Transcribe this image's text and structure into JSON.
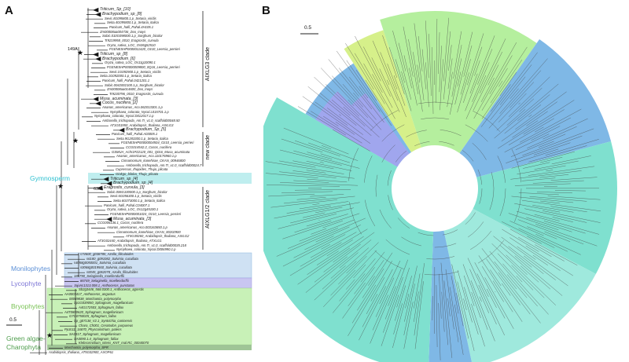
{
  "panels": {
    "a_letter": "A",
    "b_letter": "B"
  },
  "panel_a": {
    "scale_bar_label": "0.5",
    "node_labels": {
      "n149a": "149A",
      "n63aa": "63aa"
    },
    "clades": {
      "aixlg3": "AIXLG3 clade",
      "new": "new clade",
      "aixlg12": "AIXLG1/2 clade"
    },
    "groups": {
      "gymnosperm": "Gymnosperm",
      "monilophytes": "Monilophytes",
      "lycophyte": "Lycophyte",
      "bryophytes": "Bryophytes",
      "green_algae_line1": "Green algae-",
      "green_algae_line2": "Charophyta"
    },
    "leaves": [
      "Triticum_Sp_[10]",
      "Brachypodium_sp_[8]",
      "Sevir.4G095800.1.p_Setaria_viridis",
      "Seita.4G095800.1.p_Setaria_italica",
      "Panicum_halli_Pahal.4H105.1",
      "Zm00008aa004736_Zea_mays",
      "Sobic.010G098000.1.p_Sorghum_bicolor",
      "Tr9219958_0010_Eragrostis_curvula",
      "Oryza_sativa_LOC_Os06g52510",
      "FGENESHP0000011420_Oz10_Leersia_perrieri",
      "Triticum_sp_[8]",
      "Brachypodium_[6]",
      "Oryza_sativa_LOC_Os11g10090.1",
      "FGENESHP00000009800_0Q16_Leersia_perrieri",
      "Sevir.1G092900.1.p_Setaria_viridis",
      "Seita.1G092000.1.p_Setaria_italica",
      "Panicum_halli_Pahal.0421201.1",
      "Sobic.0042002100.1.p_Sorghum_bicolor",
      "Zm00008aa014600_Zea_mays",
      "Tr9230796_0010_Eragrostis_curvula",
      "Musa_acuminata_[3]",
      "Cocos_nucifera_[2]",
      "Ananas_americanus_Aco.062013301.1.p",
      "Nymphaea_colorata_Nycol.L015701.1.p",
      "Nymphaea_colorata_Nycol.D012017.1.p",
      "Amborella_trichopoda_Am.Tr_v1.0_scaffold00048.50",
      "AT1G01950_Arabidopsis_thaliana_AIXLG3",
      "Brachypodium_Sp_[5]",
      "Panicum_halli_Pahal.A03005.1",
      "Seita.9G283300.1.p_Setaria_italica",
      "FGENESHP00000004504_Oz10_Leersia_perrieri",
      "CCG014542.2_Cocos_nucifera",
      "GSMUA_Achr1P22120_001_Q016_Musa_acuminata",
      "Ananas_americanus_Aco.110176960.1.p",
      "Cinnamomum_kanehirae_CKAN_00946800",
      "Amborella_trichopoda_Am.Tr_v1.0_scaffold00024.7",
      "Cupressus_thujoides_Thuja_plicata",
      "Ginkgo_biloba_Thuja_plicata",
      "Triticum_sp_[4]",
      "Brachypodium_sp_[4]",
      "Eragrostis_curvula_[3]",
      "Sobic.006G100000.1.p_Sorghum_bicolor",
      "Sevir.6G056300.1.p_Setaria_viridis",
      "Seita.6G073000.1.p_Setaria_italica",
      "Panicum_halli_Pahal.C04007.1",
      "Oryza_sativa_LOC_Os12g45100.1",
      "FGENESHP0000001024_Oz10_Leersia_perrieri",
      "Musa_acuminata_[3]",
      "CCG006136.1_Cocos_nucifera",
      "Ananas_americanus_Aco.003163650.1.p",
      "Cinnamomum_kanehirae_CKAN_00202900",
      "AT4G39260_Arabidopsis_thaliana_AIXLG2",
      "AT3G02440_Arabidopsis_thaliana_ATXLG1",
      "Amborella_trichopoda_Am.Tr_v1.0_scaffold00035.218",
      "Nymphaea_colorata_Nycol.D006990.1.p",
      "s74600_g038785_Azolla_filiculoides",
      "s6180_g091082_Salvinia_cucullata",
      "s4058g0050001_Salvinia_cucullata",
      "s0068g0019560_Salvinia_cucullata",
      "s0045_g062078_Azolla_filiculoides",
      "186790_Selaginella_moellendorffii",
      "86749_Selaginella_moellendorffii",
      "Jajunc1313.008.1_Anthoceros_punctatus",
      "Sb2g3446_568.0300.1_Anthoceros_agrestis",
      "AA0003417_Anthoceros_angustus",
      "00089838_Marchantia_polymorpha",
      "Sp1G039050_Sphagnum_magellanicum",
      "A4G172503_Sphagnum_fallax",
      "A4T0800620_Sphagnum_magellanicum",
      "G7G0750025_Sphagnum_fallax",
      "Sp_g07138_V2.1_Syntrichia_caninervis",
      "Chara_Ch001_Ceratodon_purpureus",
      "Pp3c11_16870_Physcomitrium_patens",
      "SA0317_Sphagnum_magellanicum",
      "SA0090.1.4_Sphagnum_fallax",
      "Klebsormidium_nitens_KNT_mal.RC_00040070",
      "Marchantia_polymorpha_SPR",
      "Arabidopsis_thaliana_AT5G02900_AXOP61"
    ]
  },
  "panel_b": {
    "scale_bar_label": "0.5"
  },
  "colors": {
    "teal": "#7fe0cf",
    "teal_light": "#9fe9dd",
    "blue": "#7fb8e6",
    "green_light": "#b5ef9e",
    "yellow_green": "#d6f08a",
    "purple": "#a0a6ee",
    "gymnosperm": "#bfeeef",
    "gymnosperm_text": "#30c0d0",
    "monilophyte_box": "#cfe1f3",
    "monilophyte_text": "#5b8fd6",
    "lycophyte_box": "#c9c6f1",
    "lycophyte_text": "#7d76d6",
    "bryophyte_box": "#c8f1b7",
    "bryophyte_text": "#79c254",
    "algae_box": "#9fc596",
    "algae_text": "#4e9d4c"
  }
}
